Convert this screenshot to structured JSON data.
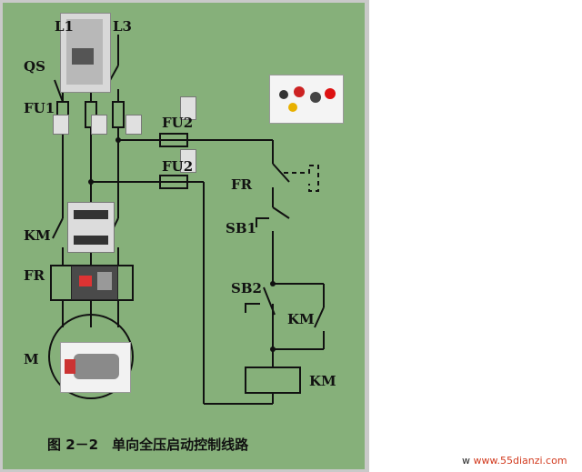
{
  "caption": "图 2－2　单向全压启动控制线路",
  "watermark": {
    "prefix": "w",
    "url": "www.55dianzi.com"
  },
  "labels": {
    "L1": "L1",
    "L3": "L3",
    "QS": "QS",
    "FU1": "FU1",
    "FU2_top": "FU2",
    "FU2_bottom": "FU2",
    "FR_main": "FR",
    "FR_contact": "FR",
    "SB1": "SB1",
    "SB2": "SB2",
    "KM_main": "KM",
    "KM_aux": "KM",
    "KM_coil": "KM",
    "M": "M"
  },
  "photos": [
    "circuit-breaker-photo",
    "fuse-photo",
    "contactor-photo",
    "thermal-relay-photo",
    "motor-photo",
    "pushbuttons-photo"
  ],
  "colors": {
    "board": "#86b07a",
    "line": "#111111",
    "url": "#d23a1e"
  }
}
